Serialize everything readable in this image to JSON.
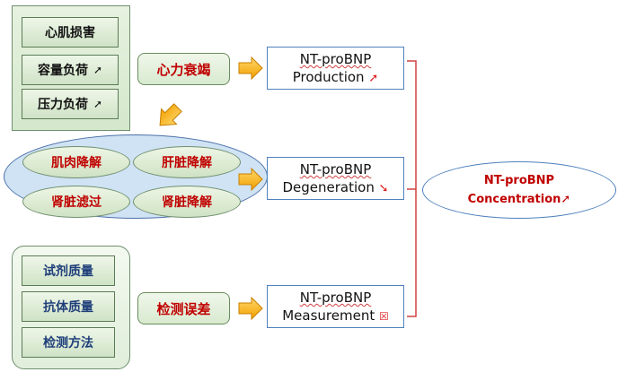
{
  "causes_top": [
    {
      "label": "心肌损害",
      "icon": ""
    },
    {
      "label": "容量负荷",
      "icon": "up-right-arrow"
    },
    {
      "label": "压力负荷",
      "icon": "up-right-arrow"
    }
  ],
  "heart_failure": "心力衰竭",
  "degradation": [
    "肌肉降解",
    "肝脏降解",
    "肾脏滤过",
    "肾脏降解"
  ],
  "detection_factors": [
    "试剂质量",
    "抗体质量",
    "检测方法"
  ],
  "detection_error": "检测误差",
  "nt_boxes": [
    {
      "line1": "NT-proBNP",
      "line2": "Production",
      "icon": "up-right-arrow"
    },
    {
      "line1": "NT-proBNP",
      "line2": "Degeneration",
      "icon": "down-right-arrow"
    },
    {
      "line1": "NT-proBNP",
      "line2": "Measurement",
      "icon": "x-box"
    }
  ],
  "concentration": {
    "line1": "NT-proBNP",
    "line2": "Concentration",
    "icon": "up-right-arrow"
  },
  "colors": {
    "red_text": "#c00000",
    "arrow_orange": "#f5a800",
    "bracket_red": "#d04040",
    "ellipse_blue": "#cfe3f4"
  }
}
